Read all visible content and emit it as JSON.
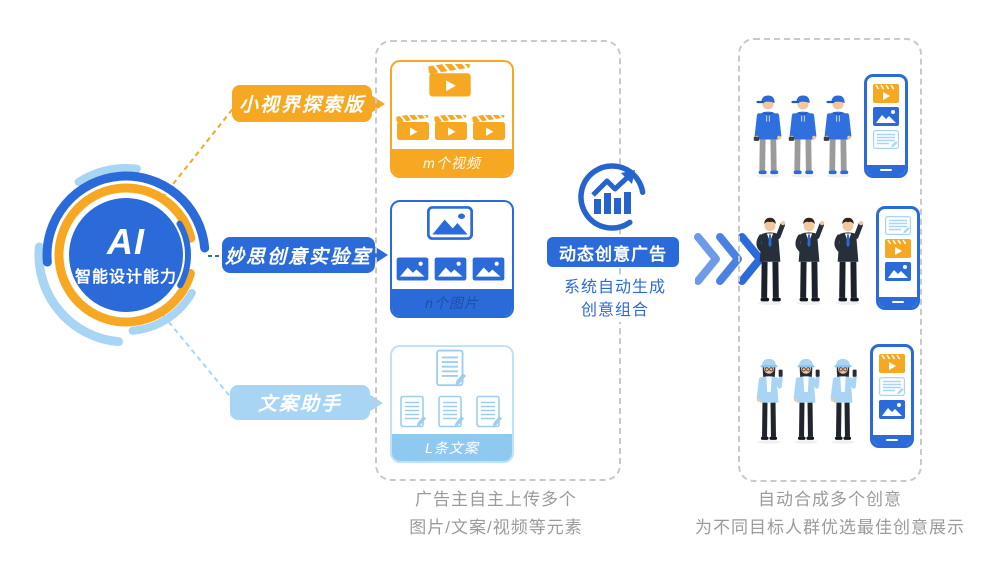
{
  "hub": {
    "title": "AI",
    "subtitle": "智能设计能力"
  },
  "branches": [
    {
      "label": "小视界探索版",
      "color": "#F7A823"
    },
    {
      "label": "妙思创意实验室",
      "color": "#2B6BD9"
    },
    {
      "label": "文案助手",
      "color": "#A9D5F5"
    }
  ],
  "upload_panel": {
    "cards": [
      {
        "type": "video",
        "caption": "m个视频"
      },
      {
        "type": "image",
        "caption": "n个图片"
      },
      {
        "type": "text",
        "caption": "L条文案"
      }
    ],
    "footnote": {
      "line1": "广告主自主上传多个",
      "line2": "图片/文案/视频等元素"
    }
  },
  "generator": {
    "label": "动态创意广告",
    "desc_line1": "系统自动生成",
    "desc_line2": "创意组合"
  },
  "output_panel": {
    "rows": [
      {
        "audience": "casual-young-men",
        "phone_icons": [
          "video",
          "image",
          "text"
        ]
      },
      {
        "audience": "business-men",
        "phone_icons": [
          "text",
          "video",
          "image"
        ]
      },
      {
        "audience": "trendy-women",
        "phone_icons": [
          "video",
          "text",
          "image"
        ]
      }
    ],
    "footnote": {
      "line1": "自动合成多个创意",
      "line2": "为不同目标人群优选最佳创意展示"
    }
  },
  "colors": {
    "yellow": "#F7A823",
    "blue": "#2B6BD9",
    "light_blue": "#A9D5F5",
    "dash_gray": "#C9C9C9",
    "caption_gray": "#9B9B9B"
  }
}
